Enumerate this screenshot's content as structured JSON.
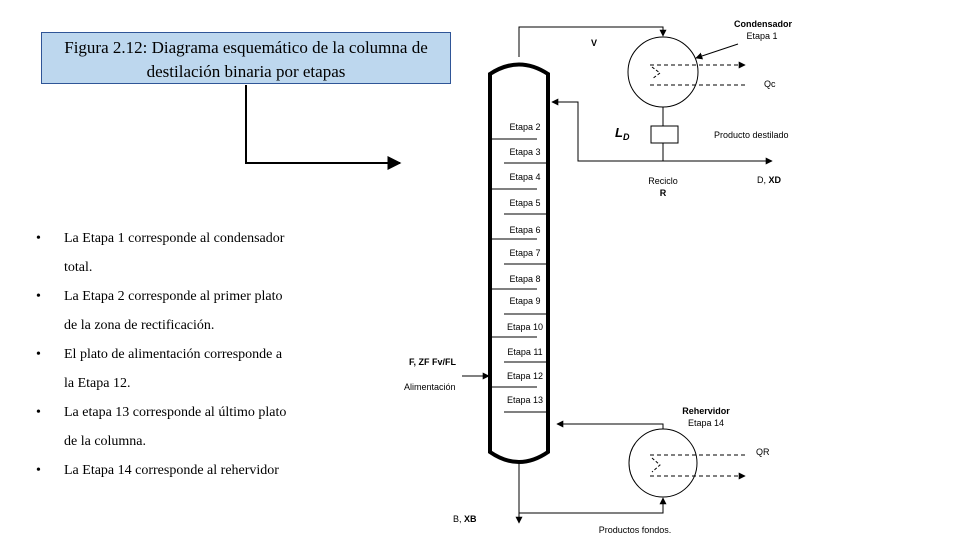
{
  "caption": {
    "line1": "Figura 2.12: Diagrama esquemático de la columna de",
    "line2": "destilación binaria por etapas"
  },
  "bullets": [
    {
      "line1": "La Etapa 1 corresponde al condensador",
      "line2": "total."
    },
    {
      "line1": "La Etapa 2 corresponde al primer plato",
      "line2": "de la zona de rectificación."
    },
    {
      "line1": "El plato de alimentación corresponde a",
      "line2": "la Etapa 12."
    },
    {
      "line1": "La etapa 13 corresponde al último plato",
      "line2": "de la columna."
    },
    {
      "line1": "La Etapa 14 corresponde al rehervidor",
      "line2": ""
    }
  ],
  "stages": [
    "Etapa 2",
    "Etapa 3",
    "Etapa 4",
    "Etapa 5",
    "Etapa 6",
    "Etapa 7",
    "Etapa 8",
    "Etapa 9",
    "Etapa 10",
    "Etapa 11",
    "Etapa 12",
    "Etapa 13"
  ],
  "labels": {
    "vapor": "V",
    "condenser_title": "Condensador",
    "condenser_stage": "Etapa 1",
    "qc": "Qc",
    "ld": "L",
    "ld_sub": "D",
    "distillate": "Producto destilado",
    "reflux": "Reciclo",
    "reflux_r": "R",
    "d_prefix": "D, ",
    "d_xd": "XD",
    "feed_prefix": "F, ZF  Fv/FL",
    "feed": "Alimentación",
    "reboiler_title": "Rehervidor",
    "reboiler_stage": "Etapa 14",
    "qr": "QR",
    "b_prefix": "B, ",
    "b_xb": "XB",
    "bottoms": "Productos fondos."
  }
}
